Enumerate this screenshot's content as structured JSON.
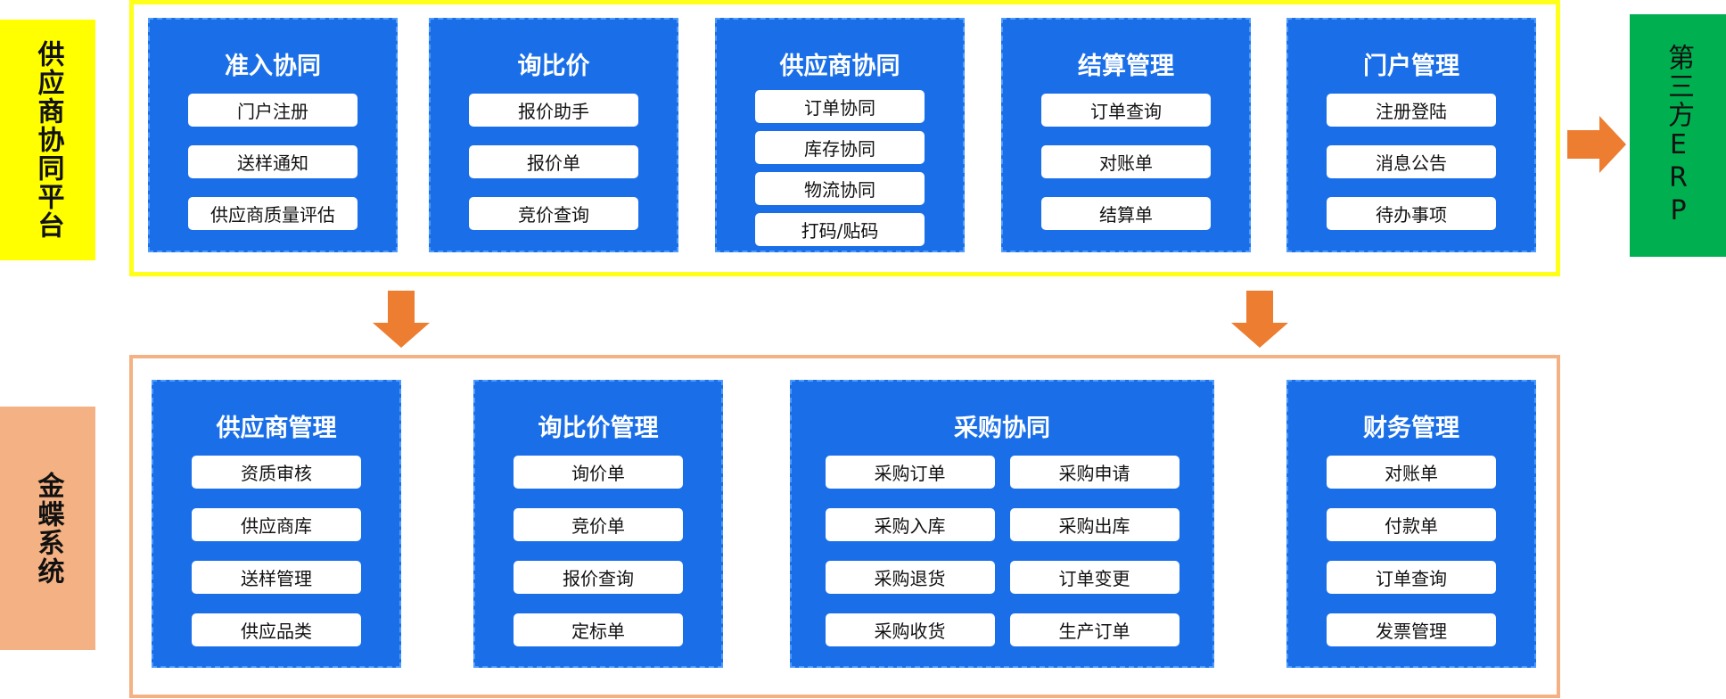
{
  "side_labels": {
    "platform": "供应商协同平台",
    "kingdee": "金蝶系统",
    "erp": "第三方ERP"
  },
  "top_modules": [
    {
      "title": "准入协同",
      "items": [
        "门户注册",
        "送样通知",
        "供应商质量评估"
      ]
    },
    {
      "title": "询比价",
      "items": [
        "报价助手",
        "报价单",
        "竞价查询"
      ]
    },
    {
      "title": "供应商协同",
      "items": [
        "订单协同",
        "库存协同",
        "物流协同",
        "打码/贴码"
      ]
    },
    {
      "title": "结算管理",
      "items": [
        "订单查询",
        "对账单",
        "结算单"
      ]
    },
    {
      "title": "门户管理",
      "items": [
        "注册登陆",
        "消息公告",
        "待办事项"
      ]
    }
  ],
  "bottom_modules": [
    {
      "title": "供应商管理",
      "items": [
        "资质审核",
        "供应商库",
        "送样管理",
        "供应品类"
      ]
    },
    {
      "title": "询比价管理",
      "items": [
        "询价单",
        "竞价单",
        "报价查询",
        "定标单"
      ]
    },
    {
      "title": "采购协同",
      "items": [
        "采购订单",
        "采购申请",
        "采购入库",
        "采购出库",
        "采购退货",
        "订单变更",
        "采购收货",
        "生产订单"
      ]
    },
    {
      "title": "财务管理",
      "items": [
        "对账单",
        "付款单",
        "订单查询",
        "发票管理"
      ]
    }
  ],
  "colors": {
    "platform_bg": "#ffff00",
    "kingdee_bg": "#f4b183",
    "erp_bg": "#00b050",
    "module_bg": "#1a6fe8",
    "arrow": "#ed7d31"
  }
}
